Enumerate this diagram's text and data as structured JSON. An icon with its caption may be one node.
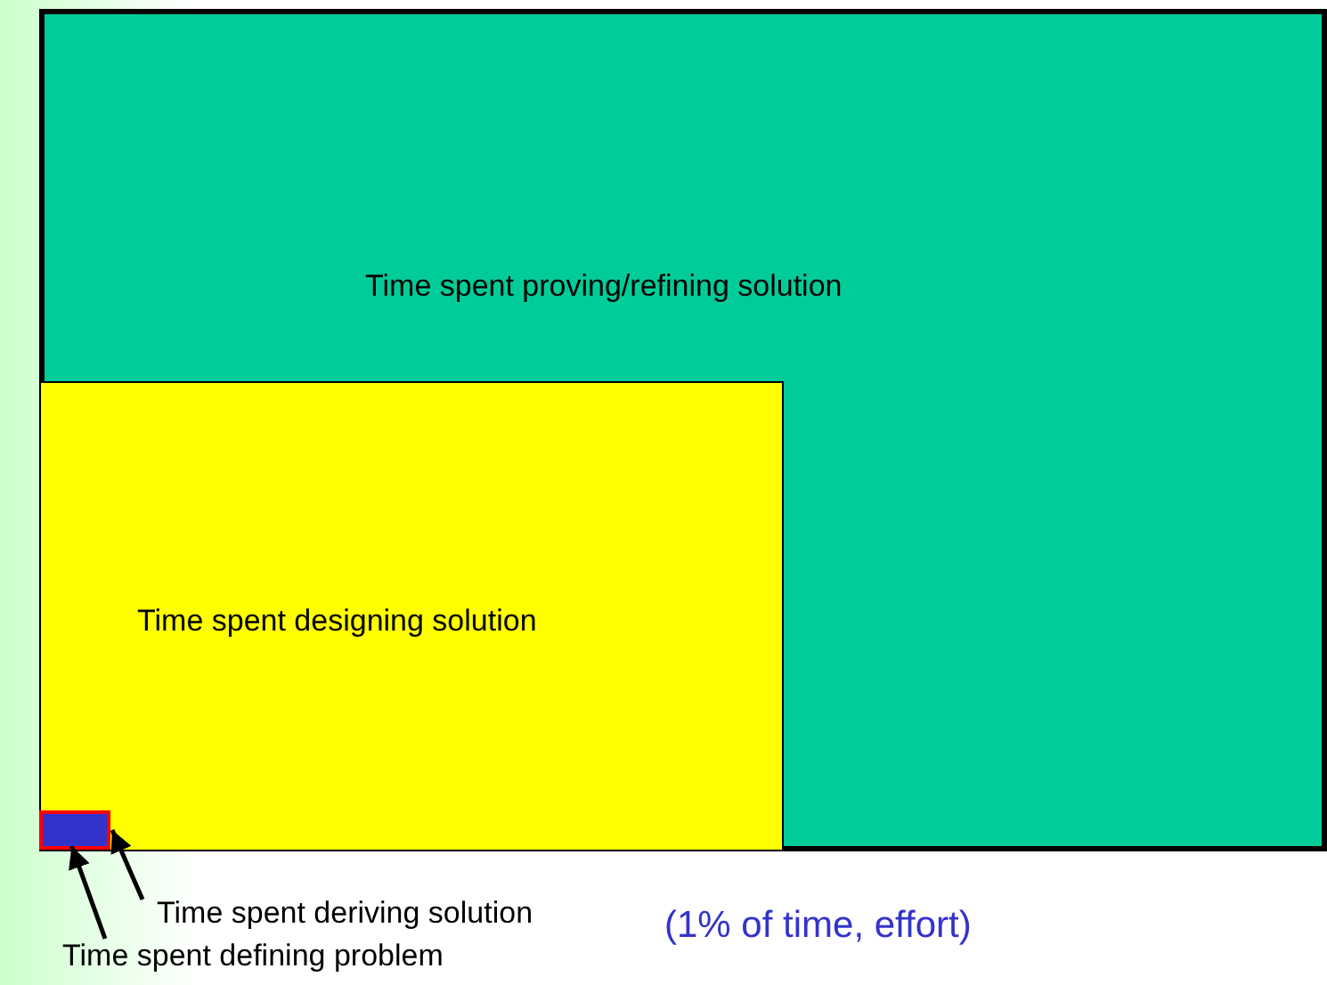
{
  "diagram": {
    "nodes": [
      {
        "text": [
          "Time spent proving/refining solution"
        ]
      },
      {
        "text": [
          "Time spent designing solution"
        ],
        "in": 0
      },
      {
        "text": [],
        "shape": "box",
        "in": 1
      },
      {
        "text": [],
        "shape": "box",
        "in": 2
      },
      {
        "text": [
          "Time spent deriving solution"
        ]
      },
      {
        "text": [
          "Time spent defining problem"
        ]
      }
    ],
    "edges": [
      {
        "from": 4,
        "to": 2,
        "arrow": "to"
      },
      {
        "from": 5,
        "to": 3,
        "arrow": "to"
      }
    ],
    "labels": [
      "(1% of time, effort)"
    ]
  }
}
